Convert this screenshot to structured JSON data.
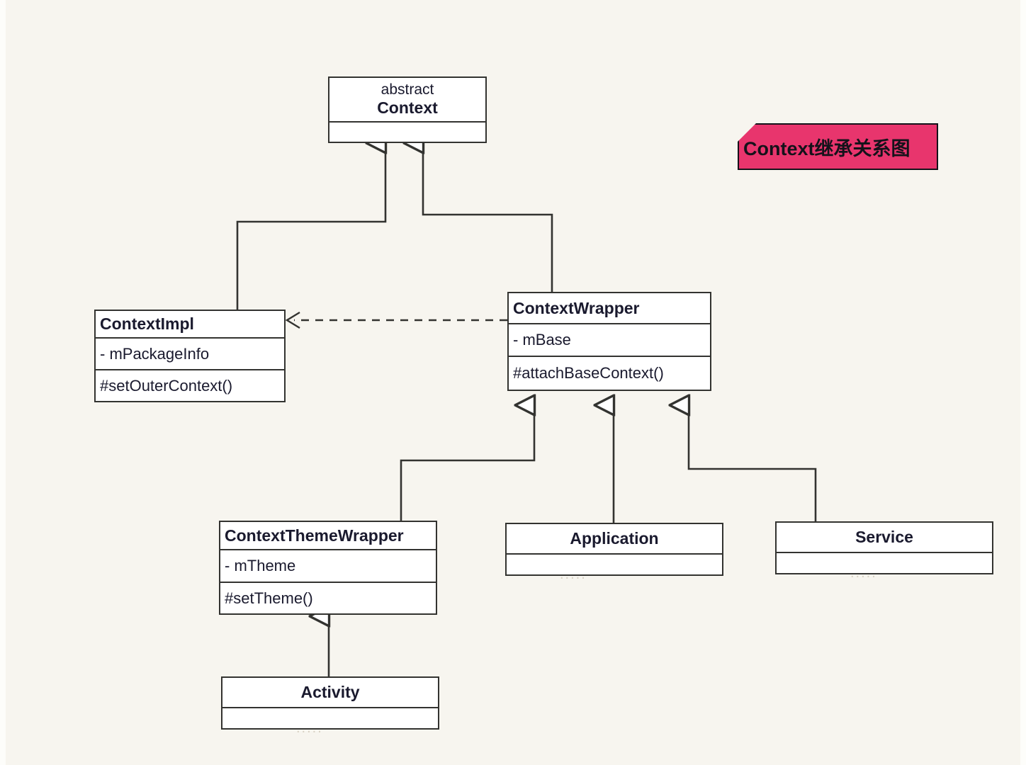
{
  "diagram": {
    "type": "uml-class-diagram",
    "background_color": "#f7f5ef",
    "line_color": "#333330",
    "box_fill": "#ffffff",
    "note": {
      "text": "Context继承关系图",
      "fill_color": "#e8356d",
      "text_color": "#14121a"
    },
    "classes": [
      {
        "id": "context",
        "stereotype": "abstract",
        "name": "Context",
        "attributes": [],
        "operations": [],
        "empty_compartment": true,
        "title_align": "center"
      },
      {
        "id": "context-impl",
        "name": "ContextImpl",
        "attributes": [
          "- mPackageInfo"
        ],
        "operations": [
          "#setOuterContext()"
        ],
        "title_align": "left"
      },
      {
        "id": "context-wrapper",
        "name": "ContextWrapper",
        "attributes": [
          "- mBase"
        ],
        "operations": [
          "#attachBaseContext()"
        ],
        "title_align": "left"
      },
      {
        "id": "context-theme-wrapper",
        "name": "ContextThemeWrapper",
        "attributes": [
          "- mTheme"
        ],
        "operations": [
          "#setTheme()"
        ],
        "title_align": "left"
      },
      {
        "id": "application",
        "name": "Application",
        "attributes": [],
        "operations": [],
        "empty_compartment": true,
        "title_align": "center"
      },
      {
        "id": "service",
        "name": "Service",
        "attributes": [],
        "operations": [],
        "empty_compartment": true,
        "title_align": "center"
      },
      {
        "id": "activity",
        "name": "Activity",
        "attributes": [],
        "operations": [],
        "empty_compartment": true,
        "title_align": "center"
      }
    ],
    "relations": [
      {
        "from": "context-impl",
        "to": "context",
        "kind": "generalization"
      },
      {
        "from": "context-wrapper",
        "to": "context",
        "kind": "generalization"
      },
      {
        "from": "context-wrapper",
        "to": "context-impl",
        "kind": "dependency"
      },
      {
        "from": "context-theme-wrapper",
        "to": "context-wrapper",
        "kind": "generalization"
      },
      {
        "from": "application",
        "to": "context-wrapper",
        "kind": "generalization"
      },
      {
        "from": "service",
        "to": "context-wrapper",
        "kind": "generalization"
      },
      {
        "from": "activity",
        "to": "context-theme-wrapper",
        "kind": "generalization"
      }
    ],
    "ghost_dots": "....."
  }
}
